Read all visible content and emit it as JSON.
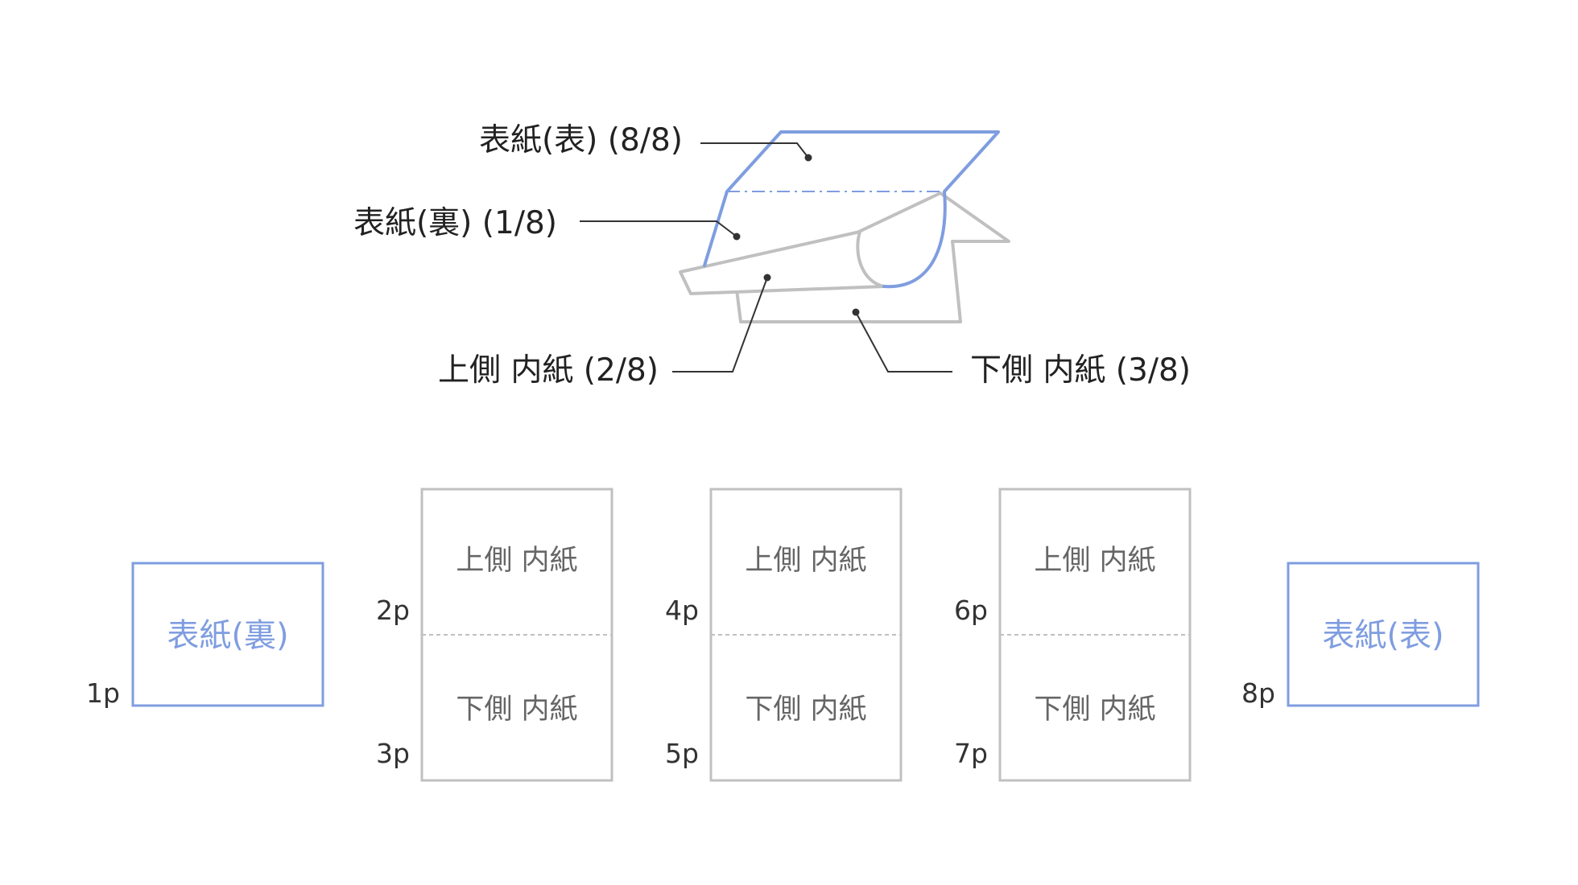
{
  "colors": {
    "cover": "#7f9de0",
    "inner": "#c0c0c0",
    "leader": "#333333",
    "text": "#222222",
    "page_text": "#666666"
  },
  "diagram": {
    "labels": {
      "cover_front": "表紙(表) (8/8)",
      "cover_back": "表紙(裏) (1/8)",
      "upper_inner": "上側 内紙 (2/8)",
      "lower_inner": "下側 内紙 (3/8)"
    }
  },
  "layout": {
    "cover_back": {
      "page": "1p",
      "text": "表紙(裏)"
    },
    "inner_sheets": [
      {
        "top_page": "2p",
        "bottom_page": "3p",
        "top_text": "上側 内紙",
        "bottom_text": "下側 内紙"
      },
      {
        "top_page": "4p",
        "bottom_page": "5p",
        "top_text": "上側 内紙",
        "bottom_text": "下側 内紙"
      },
      {
        "top_page": "6p",
        "bottom_page": "7p",
        "top_text": "上側 内紙",
        "bottom_text": "下側 内紙"
      }
    ],
    "cover_front": {
      "page": "8p",
      "text": "表紙(表)"
    }
  }
}
